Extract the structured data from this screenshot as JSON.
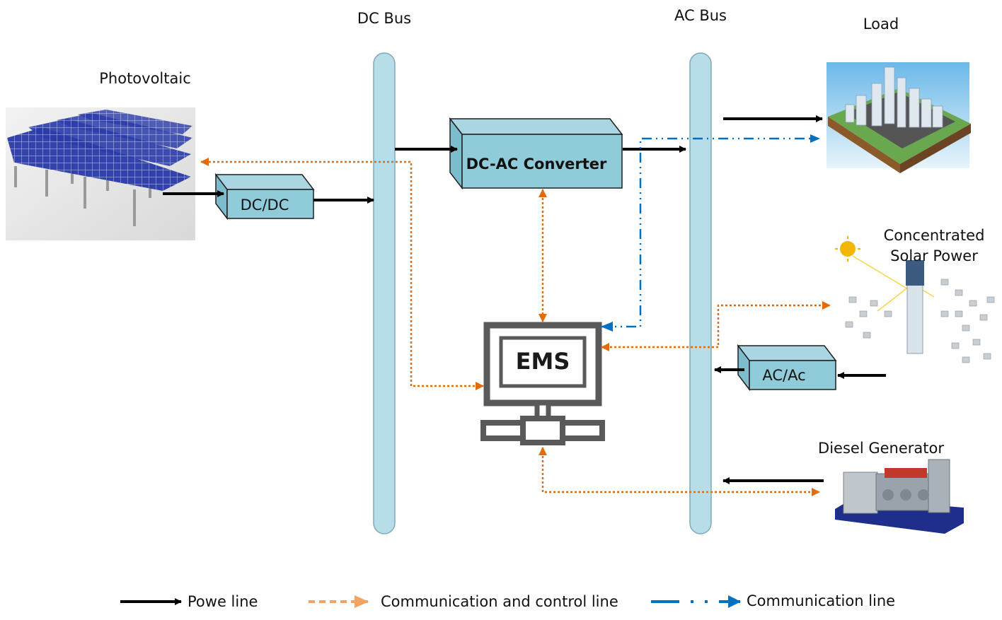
{
  "labels": {
    "dc_bus": "DC Bus",
    "ac_bus": "AC Bus",
    "load": "Load",
    "photovoltaic": "Photovoltaic",
    "csp_line1": "Concentrated",
    "csp_line2": "Solar Power",
    "diesel": "Diesel Generator"
  },
  "boxes": {
    "dcdc": "DC/DC",
    "dcac": "DC-AC Converter",
    "acac": "AC/Ac",
    "ems": "EMS"
  },
  "legend": {
    "power": "Powe line",
    "comm_control": "Communication  and control line",
    "comm": "Communication  line"
  },
  "colors": {
    "bus_fill": "#b7dde8",
    "box_fill": "#8fcbd9",
    "power_line": "#000000",
    "comm_control_line": "#e36c0a",
    "comm_line": "#0070c0",
    "ems_frame": "#595959"
  }
}
